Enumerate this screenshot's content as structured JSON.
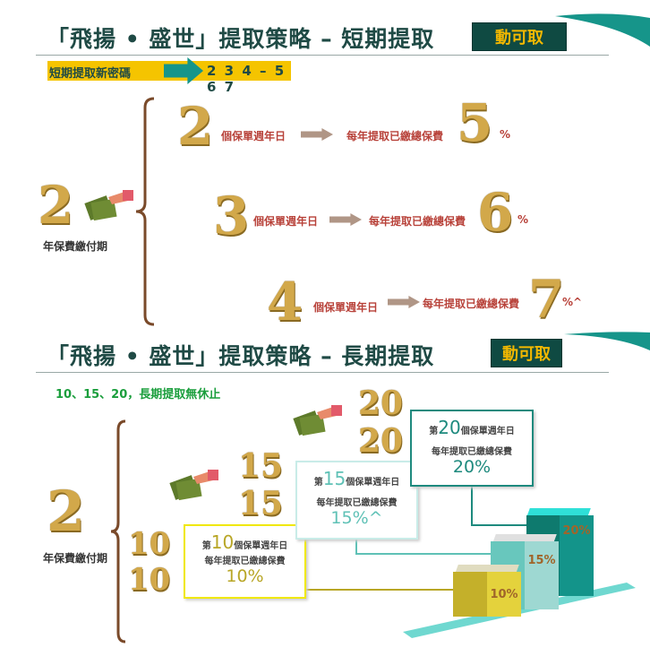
{
  "short": {
    "title": "「飛揚 • 盛世」提取策略 – 短期提取",
    "button": "動可取",
    "password_label": "短期提取新密碼",
    "password": "2 3 4 – 5 6 7",
    "pay_years": "2",
    "pay_label": "年保費繳付期",
    "rows": [
      {
        "year": "2",
        "year_label": "個保單週年日",
        "withdraw_label": "每年提取已繳總保費",
        "pct": "5",
        "pct_suffix": "%"
      },
      {
        "year": "3",
        "year_label": "個保單週年日",
        "withdraw_label": "每年提取已繳總保費",
        "pct": "6",
        "pct_suffix": "%"
      },
      {
        "year": "4",
        "year_label": "個保單週年日",
        "withdraw_label": "每年提取已繳總保費",
        "pct": "7",
        "pct_suffix": "%^"
      }
    ]
  },
  "long": {
    "title": "「飛揚 • 盛世」提取策略 – 長期提取",
    "button": "動可取",
    "subtitle": "10、15、20，長期提取無休止",
    "pay_years": "2",
    "pay_label": "年保費繳付期",
    "milestones": [
      {
        "year": "10",
        "prefix": "第",
        "suffix": "個保單週年日",
        "label": "每年提取已繳總保費",
        "pct": "10%",
        "bar": "10%"
      },
      {
        "year": "15",
        "prefix": "第",
        "suffix": "個保單週年日",
        "label": "每年提取已繳總保費",
        "pct": "15%^",
        "bar": "15%"
      },
      {
        "year": "20",
        "prefix": "第",
        "suffix": "個保單週年日",
        "label": "每年提取已繳總保費",
        "pct": "20%",
        "bar": "20%"
      }
    ]
  },
  "colors": {
    "teal": "#0f4a42",
    "gold": "#f3b800",
    "yellow": "#f5c400",
    "accent": "#16958a"
  }
}
